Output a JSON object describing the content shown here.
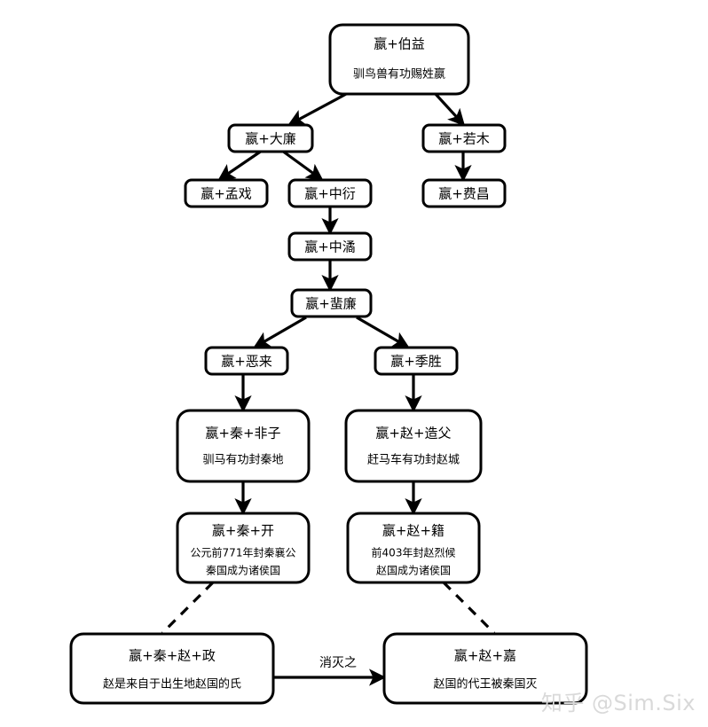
{
  "diagram": {
    "type": "genealogy-flowchart",
    "background_color": "#ffffff",
    "line_color": "#000000",
    "box_fill": "#ffffff",
    "nodes": [
      {
        "id": "boyi",
        "title": "嬴+伯益",
        "subtitle": "驯鸟兽有功赐姓嬴"
      },
      {
        "id": "dalian",
        "title": "嬴+大廉",
        "subtitle": ""
      },
      {
        "id": "ruomu",
        "title": "嬴+若木",
        "subtitle": ""
      },
      {
        "id": "mengxi",
        "title": "嬴+孟戏",
        "subtitle": ""
      },
      {
        "id": "zhongyan",
        "title": "嬴+中衍",
        "subtitle": ""
      },
      {
        "id": "feichang",
        "title": "嬴+费昌",
        "subtitle": ""
      },
      {
        "id": "zhongjue",
        "title": "嬴+中潏",
        "subtitle": ""
      },
      {
        "id": "feilian",
        "title": "嬴+蜚廉",
        "subtitle": ""
      },
      {
        "id": "elai",
        "title": "嬴+恶来",
        "subtitle": ""
      },
      {
        "id": "jisheng",
        "title": "嬴+季胜",
        "subtitle": ""
      },
      {
        "id": "feizi",
        "title": "嬴+秦+非子",
        "subtitle": "驯马有功封秦地"
      },
      {
        "id": "zaofu",
        "title": "嬴+赵+造父",
        "subtitle": "赶马车有功封赵城"
      },
      {
        "id": "qinkai",
        "title": "嬴+秦+开",
        "subtitle_line1": "公元前771年封秦襄公",
        "subtitle_line2": "秦国成为诸侯国"
      },
      {
        "id": "zhaoji",
        "title": "嬴+赵+籍",
        "subtitle_line1": "前403年封赵烈候",
        "subtitle_line2": "赵国成为诸侯国"
      },
      {
        "id": "zheng",
        "title": "嬴+秦+赵+政",
        "subtitle": "赵是来自于出生地赵国的氏"
      },
      {
        "id": "jia",
        "title": "嬴+赵+嘉",
        "subtitle": "赵国的代王被秦国灭"
      }
    ],
    "edges": [
      {
        "from": "boyi",
        "to": "dalian",
        "style": "solid",
        "label": ""
      },
      {
        "from": "boyi",
        "to": "ruomu",
        "style": "solid",
        "label": ""
      },
      {
        "from": "dalian",
        "to": "mengxi",
        "style": "solid",
        "label": ""
      },
      {
        "from": "dalian",
        "to": "zhongyan",
        "style": "solid",
        "label": ""
      },
      {
        "from": "ruomu",
        "to": "feichang",
        "style": "solid",
        "label": ""
      },
      {
        "from": "zhongyan",
        "to": "zhongjue",
        "style": "solid",
        "label": ""
      },
      {
        "from": "zhongjue",
        "to": "feilian",
        "style": "solid",
        "label": ""
      },
      {
        "from": "feilian",
        "to": "elai",
        "style": "solid",
        "label": ""
      },
      {
        "from": "feilian",
        "to": "jisheng",
        "style": "solid",
        "label": ""
      },
      {
        "from": "elai",
        "to": "feizi",
        "style": "solid",
        "label": ""
      },
      {
        "from": "jisheng",
        "to": "zaofu",
        "style": "solid",
        "label": ""
      },
      {
        "from": "feizi",
        "to": "qinkai",
        "style": "solid",
        "label": ""
      },
      {
        "from": "zaofu",
        "to": "zhaoji",
        "style": "solid",
        "label": ""
      },
      {
        "from": "qinkai",
        "to": "zheng",
        "style": "dashed",
        "label": ""
      },
      {
        "from": "zhaoji",
        "to": "jia",
        "style": "dashed",
        "label": ""
      },
      {
        "from": "zheng",
        "to": "jia",
        "style": "solid",
        "label": "消灭之"
      }
    ],
    "edge_labels": {
      "destroy": "消灭之"
    },
    "watermark": "知乎 @Sim.Six"
  }
}
